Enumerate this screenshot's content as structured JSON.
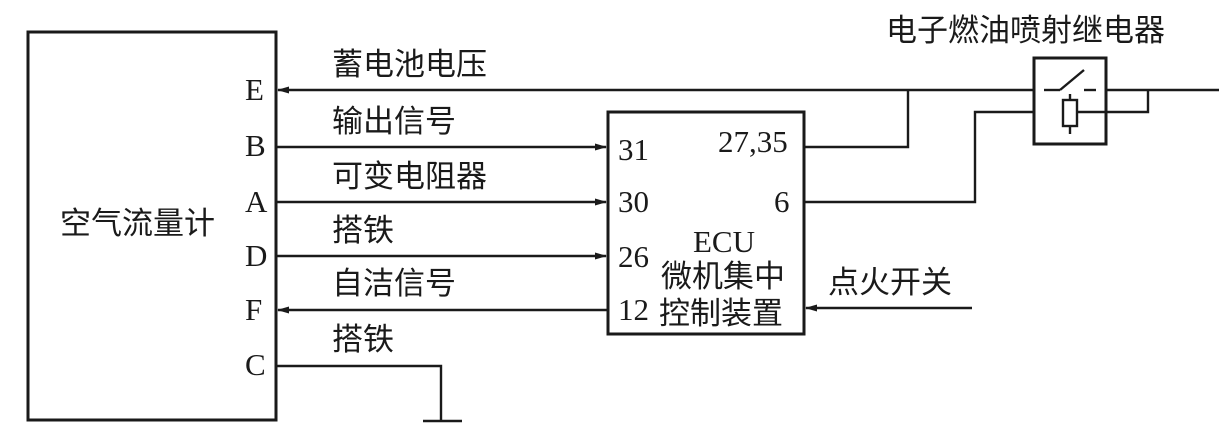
{
  "relay": {
    "title": "电子燃油喷射继电器"
  },
  "sensor": {
    "label": "空气流量计",
    "pins": [
      "E",
      "B",
      "A",
      "D",
      "F",
      "C"
    ]
  },
  "signals": {
    "battery_voltage": "蓄电池电压",
    "output_signal": "输出信号",
    "variable_resistor": "可变电阻器",
    "ground_1": "搭铁",
    "self_clean_signal": "自洁信号",
    "ground_2": "搭铁"
  },
  "ecu": {
    "title": "ECU",
    "name_line1": "微机集中",
    "name_line2": "控制装置",
    "pin_31": "31",
    "pin_30": "30",
    "pin_26": "26",
    "pin_12": "12",
    "pin_27_35": "27,35",
    "pin_6": "6"
  },
  "ignition": {
    "label": "点火开关"
  }
}
